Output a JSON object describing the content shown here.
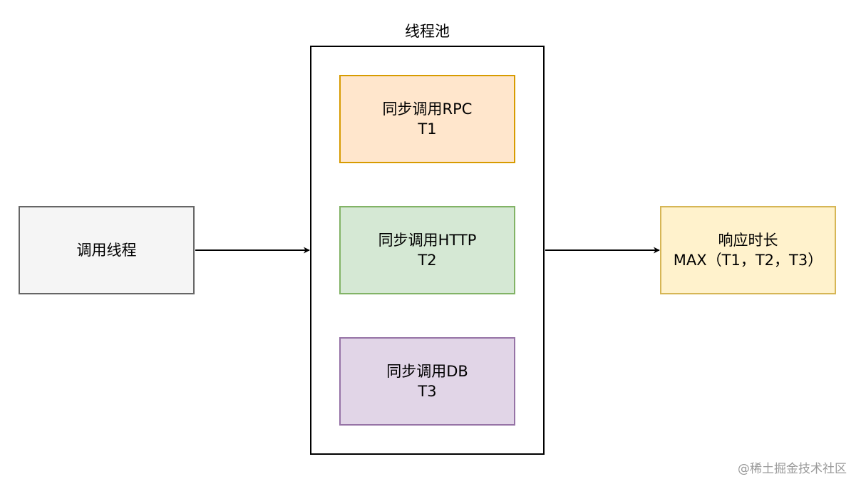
{
  "colors": {
    "caller_fill": "#f5f5f5",
    "rpc_fill": "#ffe6cc",
    "http_fill": "#d5e8d4",
    "db_fill": "#e1d5e7",
    "response_fill": "#fff2cc"
  },
  "caller": {
    "label": "调用线程"
  },
  "pool": {
    "title": "线程池",
    "tasks": [
      {
        "name": "同步调用RPC",
        "time": "T1"
      },
      {
        "name": "同步调用HTTP",
        "time": "T2"
      },
      {
        "name": "同步调用DB",
        "time": "T3"
      }
    ]
  },
  "response": {
    "title": "响应时长",
    "formula": "MAX（T1，T2，T3）"
  },
  "watermark": "@稀土掘金技术社区"
}
